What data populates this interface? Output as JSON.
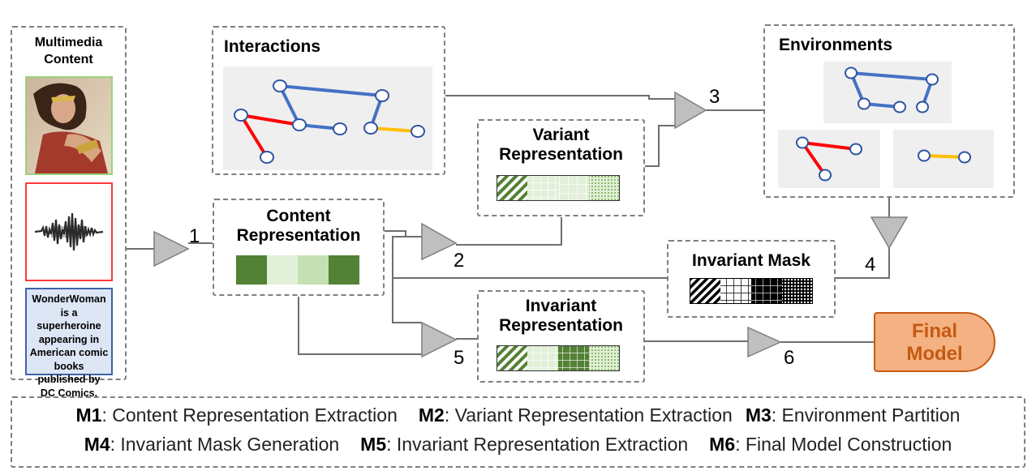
{
  "multimedia": {
    "title_line1": "Multimedia",
    "title_line2": "Content",
    "text": "WonderWoman is a superheroine appearing in American comic books published by DC Comics."
  },
  "boxes": {
    "interactions": "Interactions",
    "environments": "Environments",
    "content_rep_line1": "Content",
    "content_rep_line2": "Representation",
    "variant_rep_line1": "Variant",
    "variant_rep_line2": "Representation",
    "invariant_rep_line1": "Invariant",
    "invariant_rep_line2": "Representation",
    "invariant_mask": "Invariant Mask",
    "final_model_line1": "Final",
    "final_model_line2": "Model"
  },
  "steps": [
    "1",
    "2",
    "3",
    "4",
    "5",
    "6"
  ],
  "legend": [
    [
      {
        "code": "M1",
        "text": ": Content Representation Extraction"
      },
      {
        "code": "M2",
        "text": ": Variant Representation Extraction"
      },
      {
        "code": "M3",
        "text": ": Environment Partition"
      }
    ],
    [
      {
        "code": "M4",
        "text": ": Invariant Mask Generation"
      },
      {
        "code": "M5",
        "text": ": Invariant Representation Extraction"
      },
      {
        "code": "M6",
        "text": ": Final Model Construction"
      }
    ]
  ],
  "colors": {
    "edge_blue": "#4472c4",
    "edge_red": "#ff0000",
    "edge_yellow": "#ffc000",
    "green_dark": "#538135",
    "green_light": "#e2efd9",
    "green_mid": "#c5e0b3",
    "final_model_fill": "#f4b183",
    "final_model_text": "#c55a11"
  }
}
